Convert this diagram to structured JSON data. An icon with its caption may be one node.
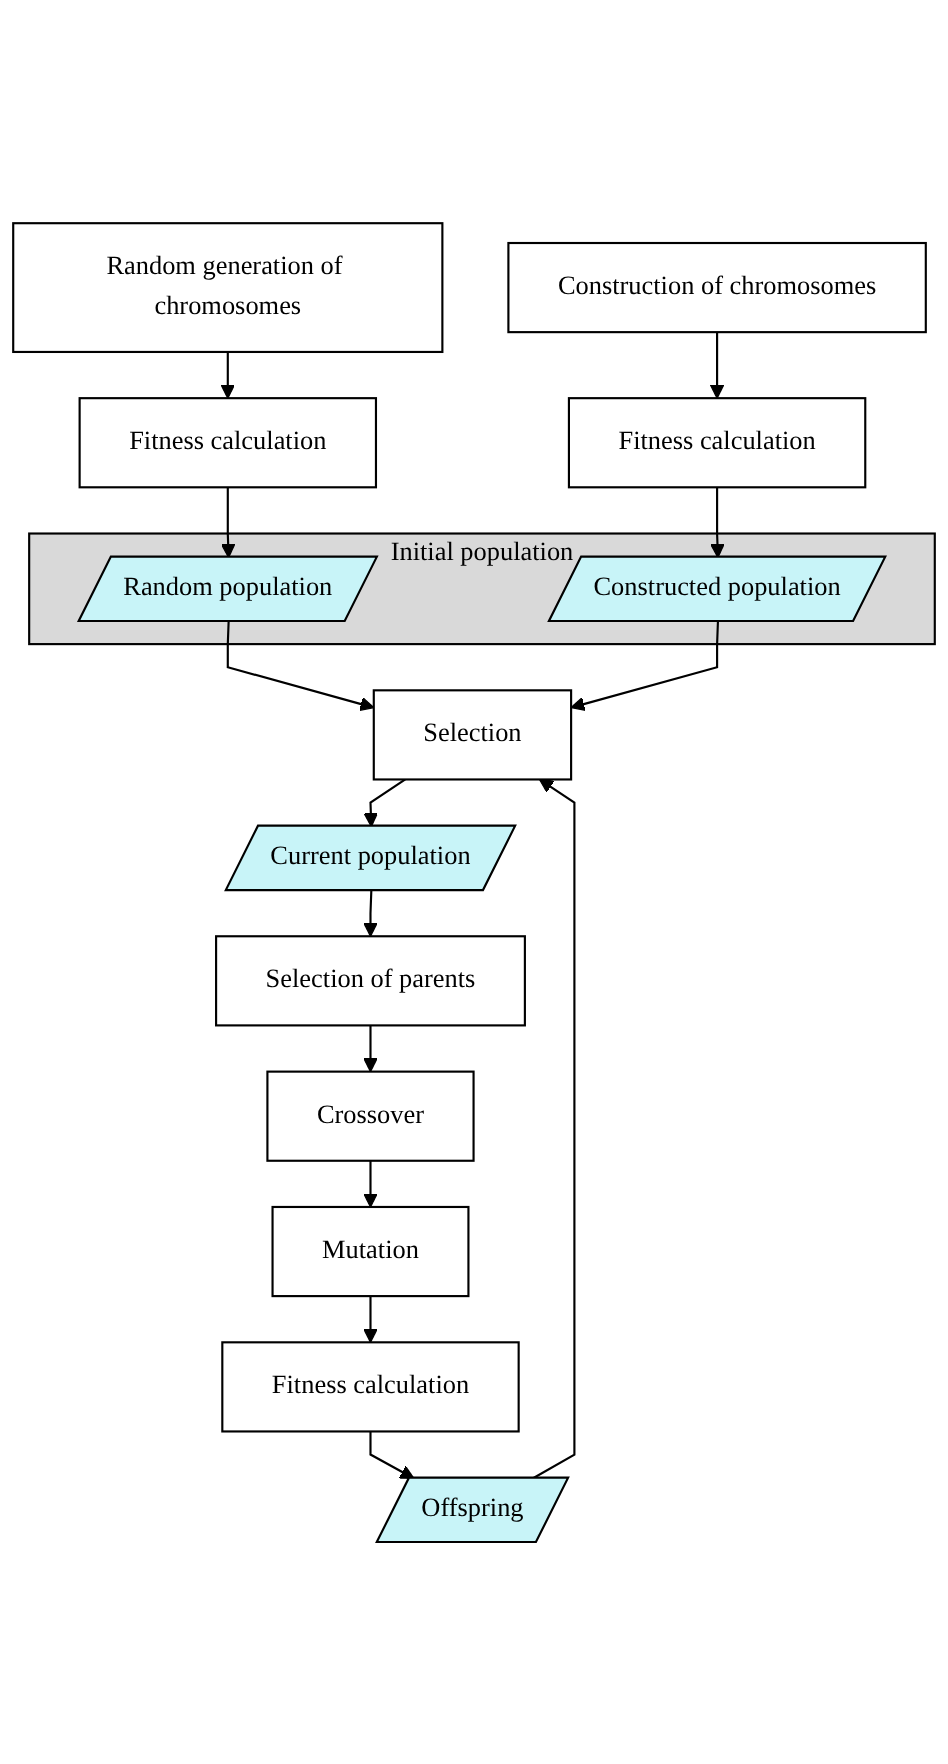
{
  "diagram": {
    "nodes": [
      {
        "text": [
          "Construction of chromosomes"
        ]
      },
      {
        "text": [
          "Fitness calculation"
        ]
      },
      {
        "text": [
          "Random generation of chromosomes"
        ]
      },
      {
        "text": [
          "Fitness calculation"
        ]
      },
      {
        "text": [
          "Initial population"
        ]
      },
      {
        "text": [
          "Random population"
        ],
        "in": 4
      },
      {
        "text": [
          "Constructed population"
        ],
        "in": 4
      },
      {
        "text": [
          "Selection"
        ]
      },
      {
        "text": [
          "Current population"
        ]
      },
      {
        "text": [
          "Selection of parents"
        ]
      },
      {
        "text": [
          "Crossover"
        ]
      },
      {
        "text": [
          "Mutation"
        ]
      },
      {
        "text": [
          "Fitness calculation"
        ]
      },
      {
        "text": [
          "Offspring"
        ]
      }
    ],
    "edges": [
      {
        "from": 0,
        "to": 1,
        "arrow": "to"
      },
      {
        "from": 1,
        "to": 6,
        "arrow": "to"
      },
      {
        "from": 2,
        "to": 3,
        "arrow": "to"
      },
      {
        "from": 3,
        "to": 5,
        "arrow": "to"
      },
      {
        "from": 5,
        "to": 7,
        "arrow": "to"
      },
      {
        "from": 6,
        "to": 7,
        "arrow": "to"
      },
      {
        "from": 7,
        "to": 8,
        "arrow": "to"
      },
      {
        "from": 8,
        "to": 9,
        "arrow": "to"
      },
      {
        "from": 9,
        "to": 10,
        "arrow": "to"
      },
      {
        "from": 10,
        "to": 11,
        "arrow": "to"
      },
      {
        "from": 11,
        "to": 12,
        "arrow": "to"
      },
      {
        "from": 12,
        "to": 13,
        "arrow": "to"
      },
      {
        "from": 13,
        "to": 7,
        "arrow": "to"
      }
    ]
  }
}
